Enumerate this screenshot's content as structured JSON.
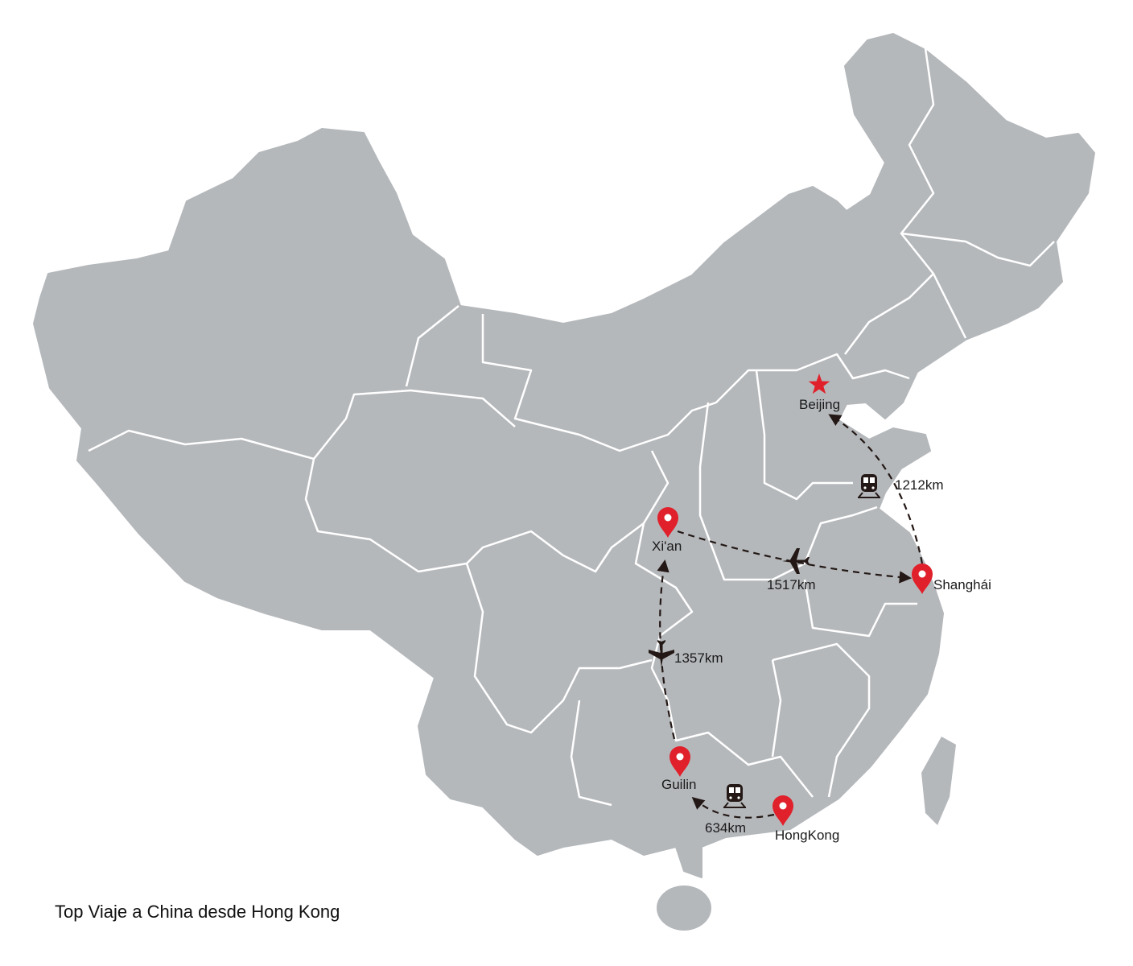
{
  "title": "Top Viaje a China desde Hong Kong",
  "colors": {
    "land": "#b5b8bb",
    "border": "#ffffff",
    "marker": "#e0202a",
    "route": "#231815"
  },
  "cities": [
    {
      "id": "beijing",
      "name": "Beijing",
      "icon": "star-icon"
    },
    {
      "id": "xian",
      "name": "Xi'an",
      "icon": "map-pin-icon"
    },
    {
      "id": "shanghai",
      "name": "Shanghái",
      "icon": "map-pin-icon"
    },
    {
      "id": "guilin",
      "name": "Guilin",
      "icon": "map-pin-icon"
    },
    {
      "id": "hongkong",
      "name": "HongKong",
      "icon": "map-pin-icon"
    }
  ],
  "routes": [
    {
      "from": "HongKong",
      "to": "Guilin",
      "distance": "634km",
      "mode": "train-icon"
    },
    {
      "from": "Guilin",
      "to": "Xi'an",
      "distance": "1357km",
      "mode": "plane-icon"
    },
    {
      "from": "Xi'an",
      "to": "Shanghái",
      "distance": "1517km",
      "mode": "plane-icon"
    },
    {
      "from": "Shanghái",
      "to": "Beijing",
      "distance": "1212km",
      "mode": "train-icon"
    }
  ]
}
